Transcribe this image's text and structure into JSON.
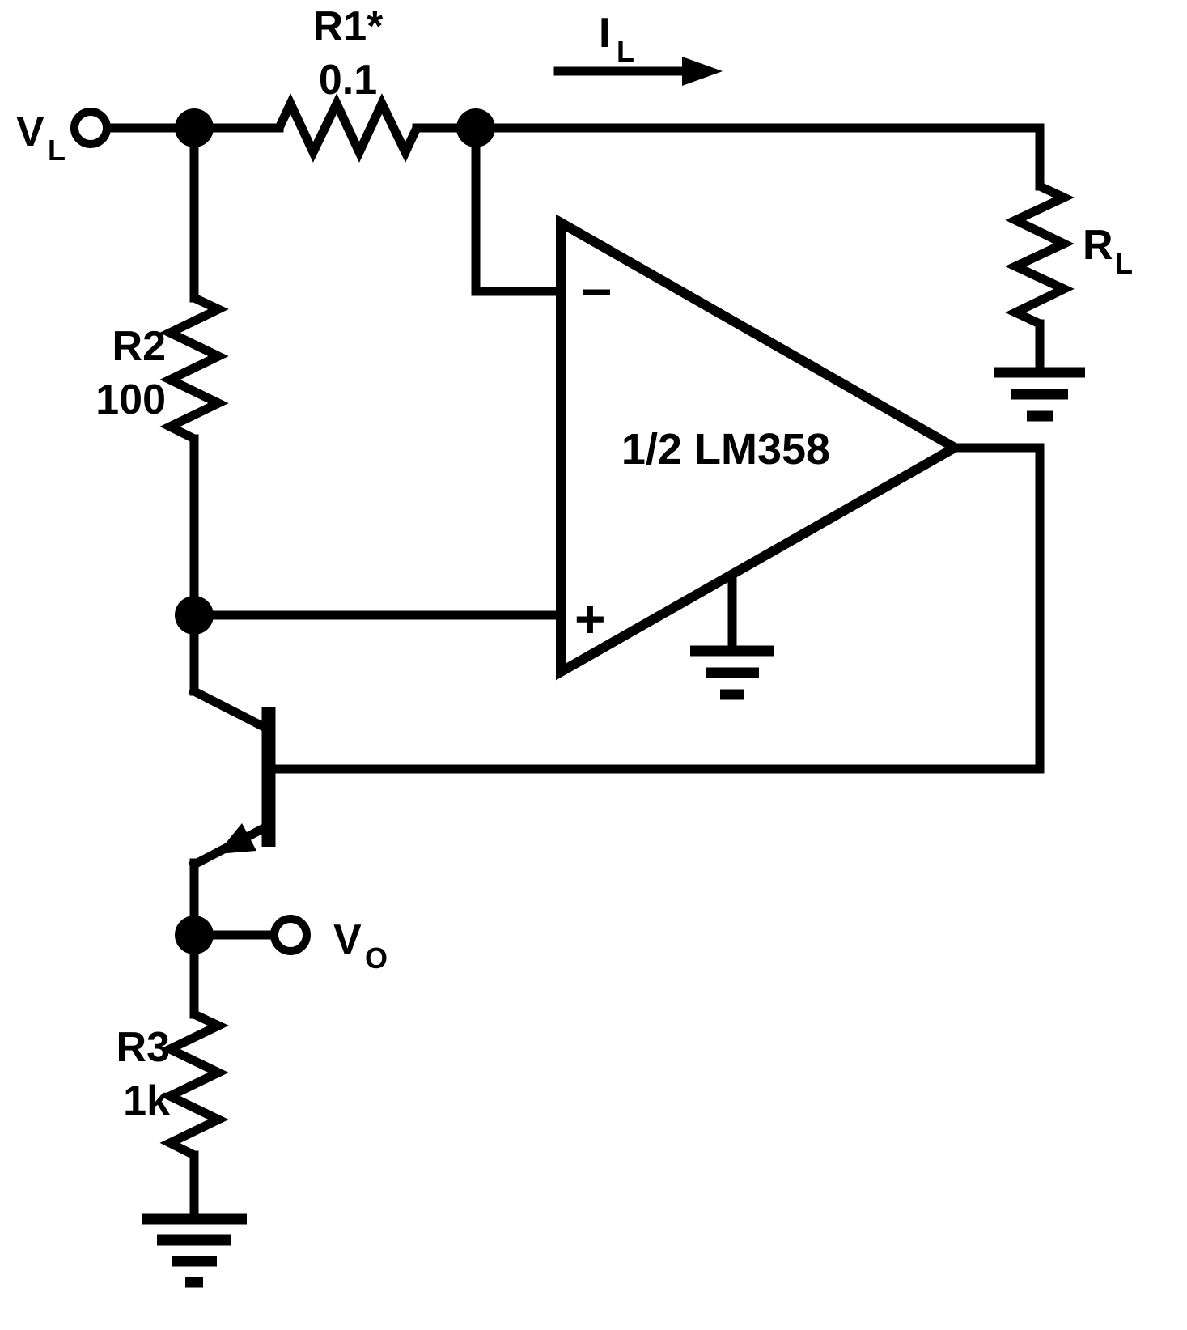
{
  "labels": {
    "vl_main": "V",
    "vl_sub": "L",
    "r1_name": "R1*",
    "r1_value": "0.1",
    "il_main": "I",
    "il_sub": "L",
    "rl_main": "R",
    "rl_sub": "L",
    "r2_name": "R2",
    "r2_value": "100",
    "opamp_label": "1/2 LM358",
    "opamp_minus": "−",
    "opamp_plus": "+",
    "vo_main": "V",
    "vo_sub": "O",
    "r3_name": "R3",
    "r3_value": "1k"
  }
}
